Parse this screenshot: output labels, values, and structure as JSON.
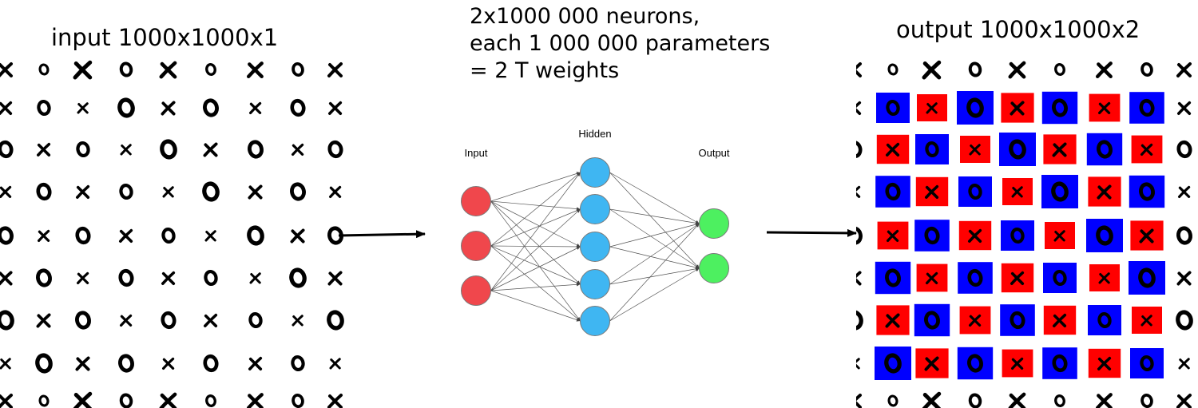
{
  "titles": {
    "input": "input 1000x1000x1",
    "output": "output 1000x1000x2"
  },
  "description": [
    "2x1000 000 neurons,",
    "each 1 000 000 parameters",
    "= 2 T weights"
  ],
  "network": {
    "layers": [
      {
        "label": "Input",
        "nodes": 3,
        "color": "#f0474c"
      },
      {
        "label": "Hidden",
        "nodes": 5,
        "color": "#3fb6f2"
      },
      {
        "label": "Output",
        "nodes": 2,
        "color": "#4df060"
      }
    ]
  },
  "grid": {
    "glyphs": [
      [
        "o",
        "x",
        "o",
        "x",
        "o",
        "x",
        "o",
        "x"
      ],
      [
        "x",
        "o",
        "x",
        "o",
        "x",
        "o",
        "x",
        "o"
      ],
      [
        "o",
        "x",
        "o",
        "x",
        "o",
        "x",
        "o",
        "x"
      ],
      [
        "x",
        "o",
        "x",
        "o",
        "x",
        "o",
        "x",
        "o"
      ],
      [
        "o",
        "x",
        "o",
        "x",
        "o",
        "x",
        "o",
        "x"
      ],
      [
        "x",
        "o",
        "x",
        "o",
        "x",
        "o",
        "x",
        "o"
      ],
      [
        "o",
        "x",
        "o",
        "x",
        "o",
        "x",
        "o",
        "x"
      ]
    ],
    "x_label_color": "#ff0000",
    "o_label_color": "#0000ff"
  }
}
